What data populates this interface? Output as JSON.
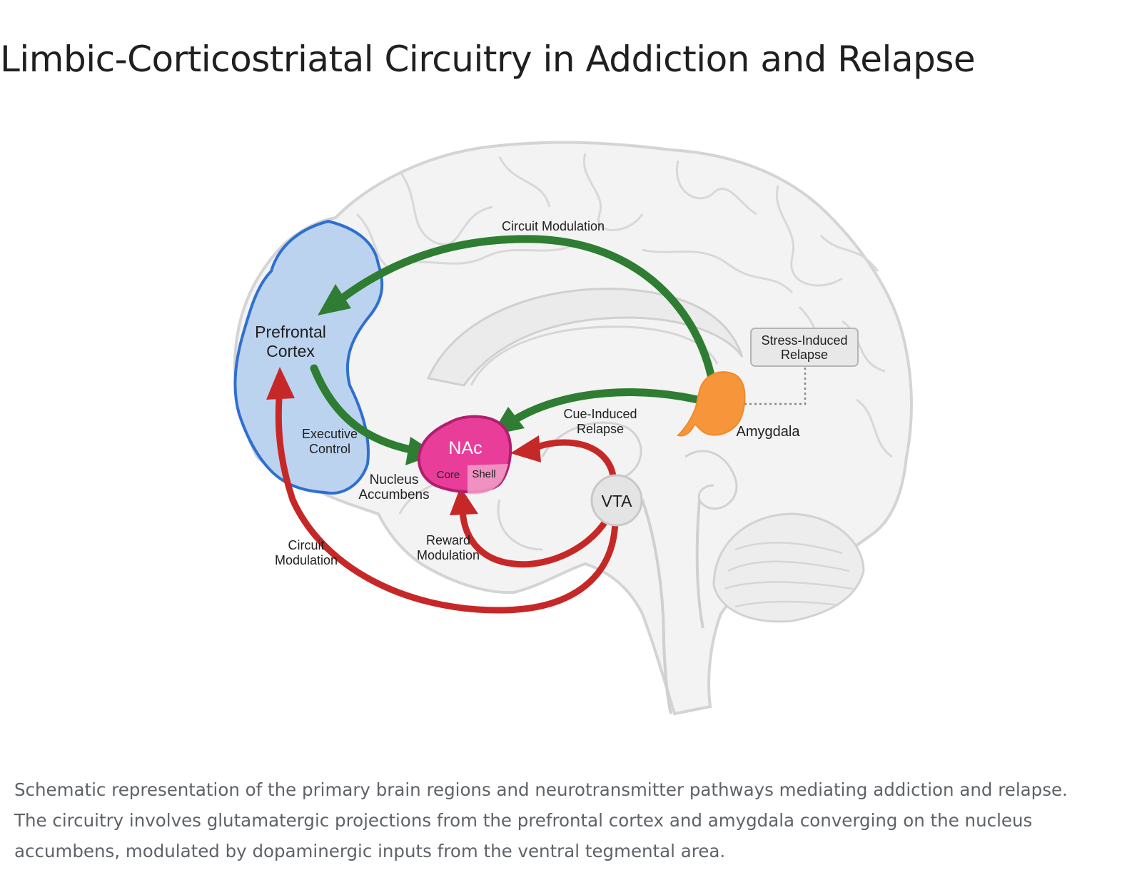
{
  "title": "Limbic-Corticostriatal Circuitry in Addiction and Relapse",
  "diagram": {
    "regions": {
      "pfc": {
        "line1": "Prefrontal",
        "line2": "Cortex",
        "sublabel_line1": "Executive",
        "sublabel_line2": "Control",
        "color": "#bcd3f0",
        "stroke": "#2f6fcf"
      },
      "nac": {
        "label": "NAc",
        "core": "Core",
        "shell": "Shell",
        "desc_line1": "Nucleus",
        "desc_line2": "Accumbens",
        "color": "#e83e9a",
        "stroke": "#b01f6e"
      },
      "amygdala": {
        "label": "Amygdala",
        "color": "#f7953a"
      },
      "vta": {
        "label": "VTA",
        "color": "#e4e4e4"
      }
    },
    "pathways": {
      "top_green": {
        "label": "Circuit Modulation",
        "color": "#2e7d32"
      },
      "cue": {
        "label_line1": "Cue-Induced",
        "label_line2": "Relapse",
        "color": "#2e7d32"
      },
      "left_red": {
        "label_line1": "Circuit",
        "label_line2": "Modulation",
        "color": "#c62828"
      },
      "reward": {
        "label_line1": "Reward",
        "label_line2": "Modulation",
        "color": "#c62828"
      }
    },
    "stress_box": {
      "line1": "Stress-Induced",
      "line2": "Relapse"
    }
  },
  "caption": {
    "line1": "Schematic representation of the primary brain regions and neurotransmitter pathways mediating addiction and relapse.",
    "line2": "The circuitry involves glutamatergic projections from the prefrontal cortex and amygdala converging on the nucleus",
    "line3": "accumbens, modulated by dopaminergic inputs from the ventral tegmental area."
  }
}
